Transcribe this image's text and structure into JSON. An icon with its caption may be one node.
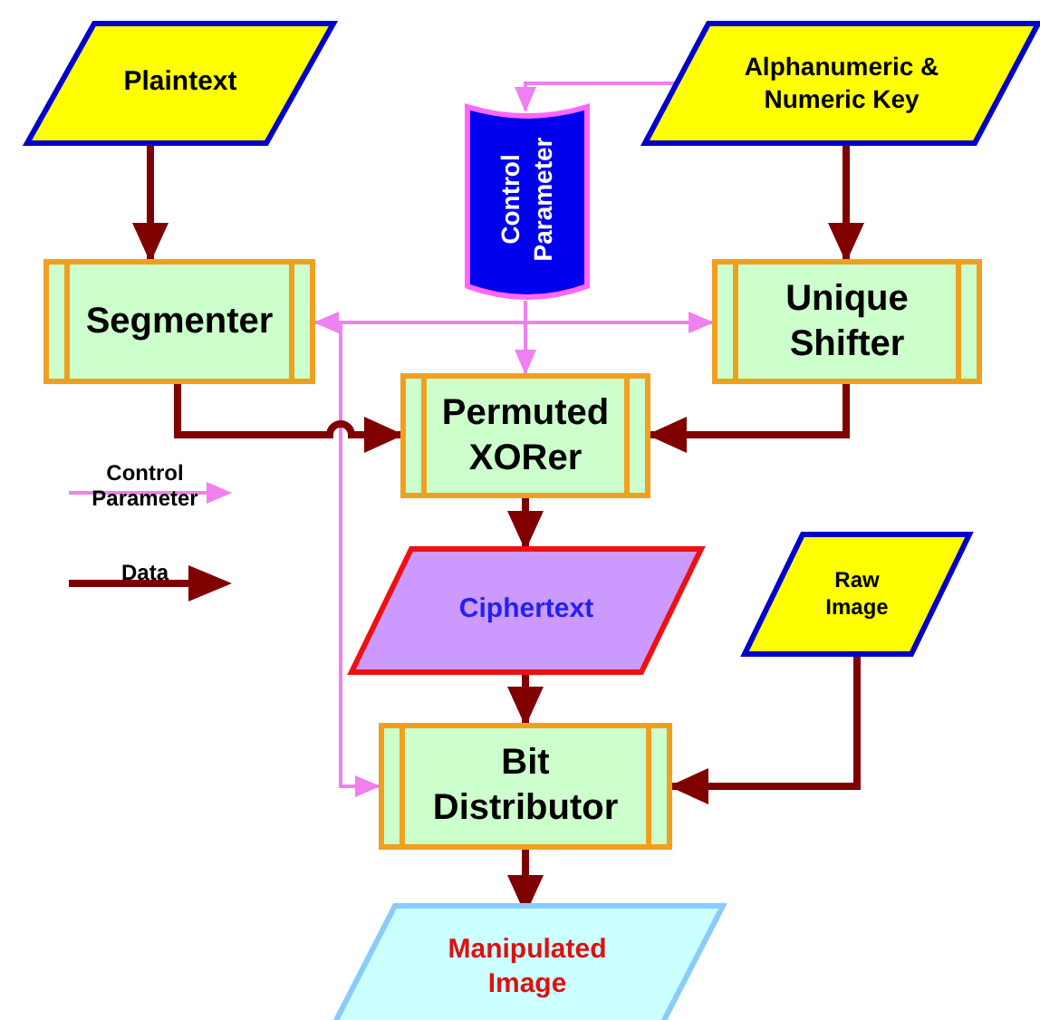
{
  "diagram": {
    "nodes": [
      {
        "text": [
          "Plaintext"
        ]
      },
      {
        "text": [
          "Alphanumeric & Numeric Key"
        ]
      },
      {
        "text": [
          "Control Parameter"
        ]
      },
      {
        "text": [
          "Segmenter"
        ]
      },
      {
        "text": [
          "Unique Shifter"
        ]
      },
      {
        "text": [
          "Permuted XORer"
        ]
      },
      {
        "text": [
          "Ciphertext"
        ]
      },
      {
        "text": [
          "Raw Image"
        ]
      },
      {
        "text": [
          "Bit Distributor"
        ]
      },
      {
        "text": [
          "Manipulated Image"
        ]
      }
    ],
    "edges": [
      {
        "from": 0,
        "to": 3,
        "arrow": "to"
      },
      {
        "from": 1,
        "to": 4,
        "arrow": "to"
      },
      {
        "from": 1,
        "to": 2,
        "arrow": "to",
        "color": "#f080f0"
      },
      {
        "from": 2,
        "to": 5,
        "arrow": "to",
        "color": "#f080f0"
      },
      {
        "from": 2,
        "to": 3,
        "arrow": "to",
        "color": "#f080f0"
      },
      {
        "from": 2,
        "to": 4,
        "arrow": "to",
        "color": "#f080f0"
      },
      {
        "from": 2,
        "to": 8,
        "arrow": "to",
        "color": "#f080f0"
      },
      {
        "from": 3,
        "to": 5,
        "arrow": "to"
      },
      {
        "from": 4,
        "to": 5,
        "arrow": "to"
      },
      {
        "from": 5,
        "to": 6,
        "arrow": "to"
      },
      {
        "from": 6,
        "to": 8,
        "arrow": "to"
      },
      {
        "from": 7,
        "to": 8,
        "arrow": "to"
      },
      {
        "from": 8,
        "to": 9,
        "arrow": "to"
      }
    ],
    "legend": [
      {
        "text": "Control Parameter"
      },
      {
        "text": "Data"
      }
    ]
  }
}
